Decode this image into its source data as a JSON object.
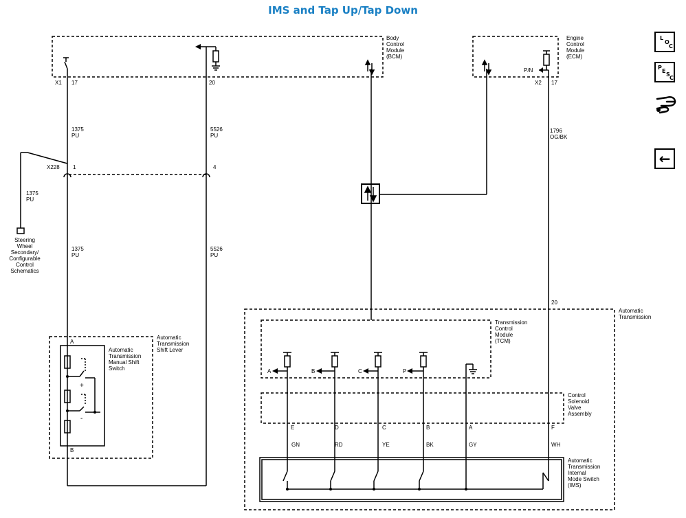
{
  "title": "IMS and Tap Up/Tap Down",
  "nav": {
    "loc": {
      "l": "L",
      "o": "O",
      "c": "C"
    },
    "pesc": {
      "p": "P",
      "e": "E",
      "s": "S",
      "c": "C"
    },
    "back_arrow": "←"
  },
  "bcm": {
    "label": [
      "Body",
      "Control",
      "Module",
      "(BCM)"
    ],
    "conn": "X1",
    "pin_a": "17",
    "pin_b": "20"
  },
  "ecm": {
    "label": [
      "Engine",
      "Control",
      "Module",
      "(ECM)"
    ],
    "conn": "X2",
    "pin": "17",
    "pn": "P/N"
  },
  "wires": {
    "w1375_top": [
      "1375",
      "PU"
    ],
    "w5526_top": [
      "5526",
      "PU"
    ],
    "w1375_mid": [
      "1375",
      "PU"
    ],
    "w5526_mid": [
      "5526",
      "PU"
    ],
    "w1375_left": [
      "1375",
      "PU"
    ],
    "w1796": [
      "1796",
      "OG/BK"
    ]
  },
  "connector_x228": {
    "name": "X228",
    "pin1": "1",
    "pin4": "4"
  },
  "steering_ref": [
    "Steering",
    "Wheel",
    "Secondary/",
    "Configurable",
    "Control",
    "Schematics"
  ],
  "shift_lever": {
    "label": [
      "Automatic",
      "Transmission",
      "Shift Lever"
    ],
    "switch_label": [
      "Automatic",
      "Transmission",
      "Manual Shift",
      "Switch"
    ],
    "pin_a": "A",
    "pin_b": "B",
    "plus": "+",
    "minus": "-"
  },
  "auto_trans": {
    "label": [
      "Automatic",
      "Transmission"
    ],
    "pin": "20"
  },
  "tcm": {
    "label": [
      "Transmission",
      "Control",
      "Module",
      "(TCM)"
    ],
    "inputs": [
      "A",
      "B",
      "C",
      "P"
    ]
  },
  "solenoid": {
    "label": [
      "Control",
      "Solenoid",
      "Valve",
      "Assembly"
    ]
  },
  "ims": {
    "label": [
      "Automatic",
      "Transmission",
      "Internal",
      "Mode Switch",
      "(IMS)"
    ],
    "pins": [
      "E",
      "D",
      "C",
      "B",
      "A",
      "F"
    ],
    "colors": [
      "GN",
      "RD",
      "YE",
      "BK",
      "GY",
      "WH"
    ]
  }
}
